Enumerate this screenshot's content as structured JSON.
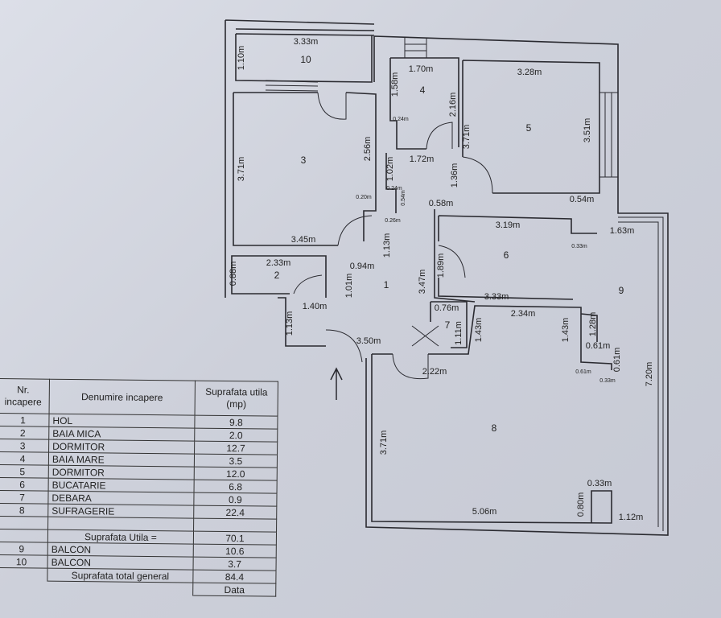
{
  "rooms_labels": [
    "10",
    "4",
    "5",
    "3",
    "6",
    "2",
    "1",
    "9",
    "7",
    "8"
  ],
  "dims": [
    "3.33m",
    "1.10m",
    "1.70m",
    "1.58m",
    "2.16m",
    "0.24m",
    "3.28m",
    "3.71m",
    "3.51m",
    "3.71m",
    "2.56m",
    "1.72m",
    "1.02m",
    "0.24m",
    "0.54m",
    "0.20m",
    "0.26m",
    "1.36m",
    "0.58m",
    "0.54m",
    "3.45m",
    "1.13m",
    "3.19m",
    "1.63m",
    "0.33m",
    "2.33m",
    "0.88m",
    "0.94m",
    "1.01m",
    "3.47m",
    "1.89m",
    "3.33m",
    "1.40m",
    "0.76m",
    "2.34m",
    "1.13m",
    "1.11m",
    "1.43m",
    "1.43m",
    "1.28m",
    "0.61m",
    "0.61m",
    "3.50m",
    "2.22m",
    "0.61m",
    "0.33m",
    "7.20m",
    "3.71m",
    "0.33m",
    "0.80m",
    "5.06m",
    "1.12m"
  ],
  "table": {
    "header": {
      "nr": "Nr. incapere",
      "name": "Denumire incapere",
      "area": "Suprafata utila (mp)"
    },
    "rows": [
      {
        "nr": "1",
        "name": "HOL",
        "area": "9.8"
      },
      {
        "nr": "2",
        "name": "BAIA MICA",
        "area": "2.0"
      },
      {
        "nr": "3",
        "name": "DORMITOR",
        "area": "12.7"
      },
      {
        "nr": "4",
        "name": "BAIA MARE",
        "area": "3.5"
      },
      {
        "nr": "5",
        "name": "DORMITOR",
        "area": "12.0"
      },
      {
        "nr": "6",
        "name": "BUCATARIE",
        "area": "6.8"
      },
      {
        "nr": "7",
        "name": "DEBARA",
        "area": "0.9"
      },
      {
        "nr": "8",
        "name": "SUFRAGERIE",
        "area": "22.4"
      }
    ],
    "useful_label": "Suprafata Utila =",
    "useful_value": "70.1",
    "balconies": [
      {
        "nr": "9",
        "name": "BALCON",
        "area": "10.6"
      },
      {
        "nr": "10",
        "name": "BALCON",
        "area": "3.7"
      }
    ],
    "total_label": "Suprafata total general",
    "total_value": "84.4",
    "date_label": "Data"
  }
}
